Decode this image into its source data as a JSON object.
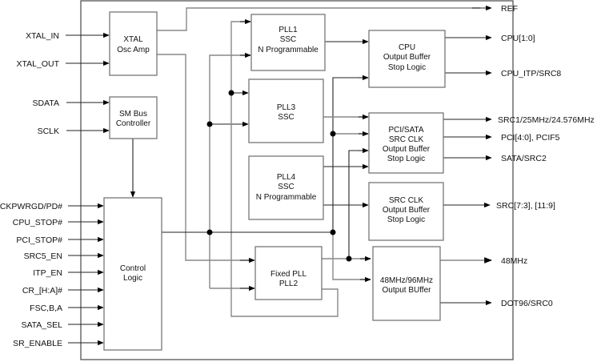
{
  "diagram": {
    "type": "block-diagram",
    "title": "Clock generator block diagram",
    "inputs": [
      "XTAL_IN",
      "XTAL_OUT",
      "SDATA",
      "SCLK",
      "CKPWRGD/PD#",
      "CPU_STOP#",
      "PCI_STOP#",
      "SRC5_EN",
      "ITP_EN",
      "CR_[H:A]#",
      "FSC,B,A",
      "SATA_SEL",
      "SR_ENABLE"
    ],
    "outputs": [
      "REF",
      "CPU[1:0]",
      "CPU_ITP/SRC8",
      "SRC1/25MHz/24.576MHz",
      "PCI[4:0], PCIF5",
      "SATA/SRC2",
      "SRC[7:3], [11:9]",
      "48MHz",
      "DOT96/SRC0"
    ],
    "blocks": {
      "xtal": [
        "XTAL",
        "Osc Amp"
      ],
      "smbus": [
        "SM Bus",
        "Controller"
      ],
      "control": [
        "Control",
        "Logic"
      ],
      "pll1": [
        "PLL1",
        "SSC",
        "N Programmable"
      ],
      "pll3": [
        "PLL3",
        "SSC"
      ],
      "pll4": [
        "PLL4",
        "SSC",
        "N Programmable"
      ],
      "pll2": [
        "Fixed PLL",
        "PLL2"
      ],
      "cpu_buf": [
        "CPU",
        "Output Buffer",
        "Stop Logic"
      ],
      "pci_buf": [
        "PCI/SATA",
        "SRC CLK",
        "Output Buffer",
        "Stop Logic"
      ],
      "src_buf": [
        "SRC CLK",
        "Output Buffer",
        "Stop Logic"
      ],
      "usb_buf": [
        "48MHz/96MHz",
        "Output BUffer"
      ]
    }
  }
}
